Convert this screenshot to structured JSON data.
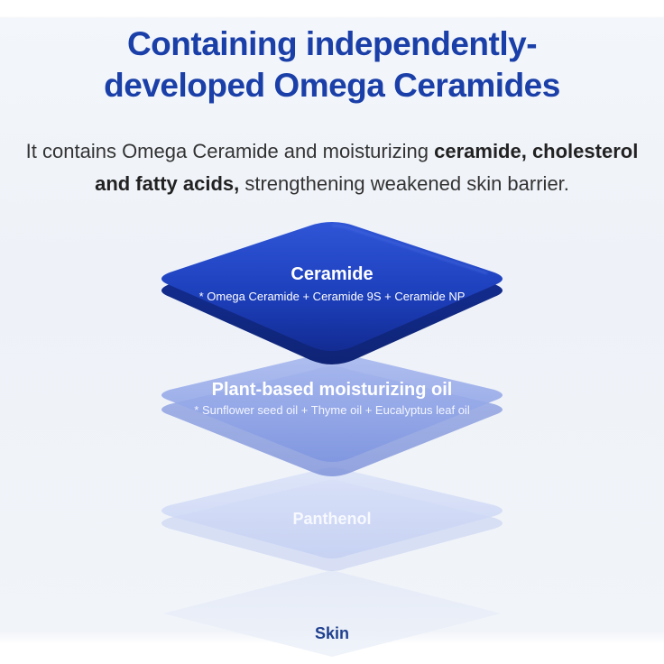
{
  "headline": {
    "line1": "Containing independently-",
    "line2": "developed Omega Ceramides"
  },
  "description": {
    "line1_regular": "It contains Omega Ceramide and moisturizing ",
    "line1_bold": "ceramide, cholesterol",
    "line2_bold": "and fatty acids,",
    "line2_regular": " strengthening weakened skin barrier."
  },
  "layers": {
    "ceramide": {
      "title": "Ceramide",
      "sub": "* Omega Ceramide + Ceramide 9S + Ceramide NP",
      "color": "#1c3fb8"
    },
    "oil": {
      "title": "Plant-based moisturizing oil",
      "sub": "* Sunflower seed oil + Thyme oil + Eucalyptus leaf oil",
      "color": "#8fa4e8"
    },
    "panthenol": {
      "title": "Panthenol",
      "color": "#cdd8f6"
    },
    "skin": {
      "title": "Skin"
    }
  },
  "colors": {
    "headline": "#1a3fa8",
    "body_text": "#333333"
  }
}
